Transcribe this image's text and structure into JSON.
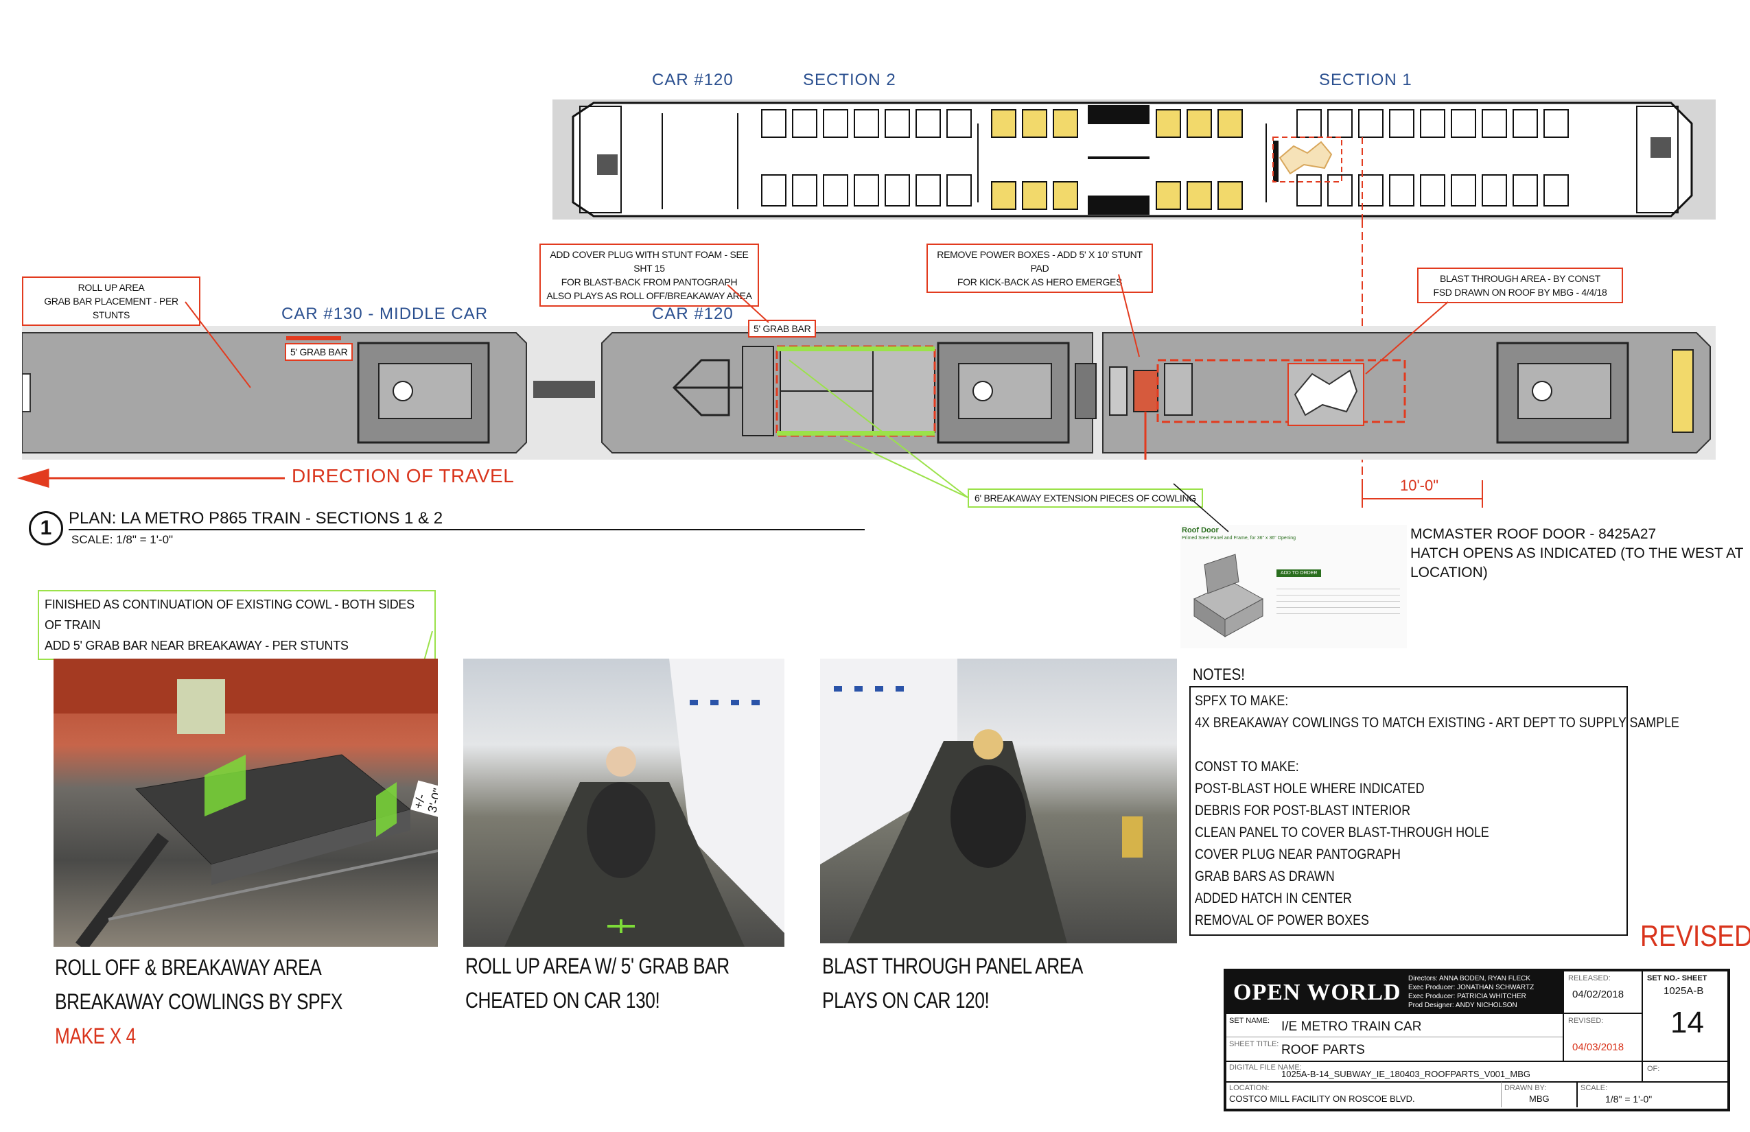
{
  "top_plan": {
    "car_label": "CAR #120",
    "section2": "SECTION 2",
    "section1": "SECTION 1"
  },
  "middle_plan": {
    "car130_label": "CAR #130 - MIDDLE CAR",
    "car120_label": "CAR #120",
    "direction": "DIRECTION OF TRAVEL",
    "dimension": "10'-0\"",
    "grab_bar_a": "5' GRAB BAR",
    "grab_bar_b": "5' GRAB BAR"
  },
  "callouts": {
    "roll_up": [
      "ROLL UP AREA",
      "GRAB BAR PLACEMENT - PER STUNTS"
    ],
    "cover_plug": [
      "ADD COVER PLUG WITH STUNT FOAM - SEE SHT 15",
      "FOR BLAST-BACK FROM PANTOGRAPH",
      "ALSO PLAYS AS ROLL OFF/BREAKAWAY AREA"
    ],
    "power_boxes": [
      "REMOVE POWER BOXES - ADD 5' X 10' STUNT PAD",
      "FOR KICK-BACK AS HERO EMERGES"
    ],
    "blast_through": [
      "BLAST THROUGH AREA - BY CONST",
      "FSD DRAWN ON ROOF BY MBG - 4/4/18"
    ],
    "breakaway_ext": "6' BREAKAWAY EXTENSION PIECES OF COWLING",
    "finished_cowl": [
      "FINISHED AS CONTINUATION OF EXISTING COWL - BOTH SIDES OF TRAIN",
      "ADD 5' GRAB BAR NEAR BREAKAWAY - PER STUNTS"
    ]
  },
  "plan_title": {
    "number": "1",
    "title": "PLAN: LA METRO P865 TRAIN - SECTIONS 1 & 2",
    "scale": "SCALE: 1/8\" = 1'-0\""
  },
  "mcmaster": {
    "lines": [
      "MCMASTER ROOF DOOR - 8425A27",
      "HATCH OPENS AS INDICATED (TO THE WEST AT",
      "LOCATION)"
    ],
    "product_title": "Roof Door",
    "product_sub": "Primed Steel Panel and Frame, for 36\" x 36\" Opening",
    "add_button": "ADD TO ORDER"
  },
  "photos": {
    "p1_caption": [
      "ROLL OFF & BREAKAWAY AREA",
      "BREAKAWAY COWLINGS BY SPFX"
    ],
    "p1_make": "MAKE X 4",
    "p1_dim": "+/- 3'-0\"",
    "p2_caption": [
      "ROLL UP AREA W/ 5' GRAB BAR",
      "CHEATED ON CAR 130!"
    ],
    "p3_caption": [
      "BLAST THROUGH PANEL AREA",
      "PLAYS ON CAR 120!"
    ]
  },
  "notes": {
    "heading": "NOTES!",
    "spfx_heading": "SPFX TO MAKE:",
    "spfx_items": [
      "4X BREAKAWAY COWLINGS TO MATCH EXISTING - ART DEPT TO SUPPLY SAMPLE"
    ],
    "const_heading": "CONST TO MAKE:",
    "const_items": [
      "POST-BLAST HOLE WHERE INDICATED",
      "DEBRIS FOR POST-BLAST INTERIOR",
      "CLEAN PANEL TO COVER BLAST-THROUGH HOLE",
      "COVER PLUG NEAR PANTOGRAPH",
      "GRAB BARS AS DRAWN",
      "ADDED HATCH IN CENTER",
      "REMOVAL OF POWER BOXES"
    ]
  },
  "revised_stamp": "REVISED",
  "title_block": {
    "logo": "OPEN WORLD",
    "credits": [
      "Directors: ANNA BODEN, RYAN FLECK",
      "Exec Producer: JONATHAN SCHWARTZ",
      "Exec Producer: PATRICIA WHITCHER",
      "Prod Designer: ANDY NICHOLSON"
    ],
    "released_label": "RELEASED:",
    "released": "04/02/2018",
    "set_no_label": "SET NO.- SHEET",
    "set_no": "1025A-B",
    "sheet_no": "14",
    "set_name_label": "SET NAME:",
    "set_name": "I/E METRO TRAIN CAR",
    "revised_label": "REVISED:",
    "revised": "04/03/2018",
    "sheet_title_label": "SHEET TITLE:",
    "sheet_title": "ROOF PARTS",
    "file_label": "DIGITAL FILE NAME:",
    "file_name": "1025A-B-14_SUBWAY_IE_180403_ROOFPARTS_V001_MBG",
    "of_label": "OF:",
    "location_label": "LOCATION:",
    "location": "COSTCO MILL FACILITY ON ROSCOE BLVD.",
    "drawn_label": "DRAWN BY:",
    "drawn": "MBG",
    "scale_label": "SCALE:",
    "scale": "1/8\" = 1'-0\""
  }
}
